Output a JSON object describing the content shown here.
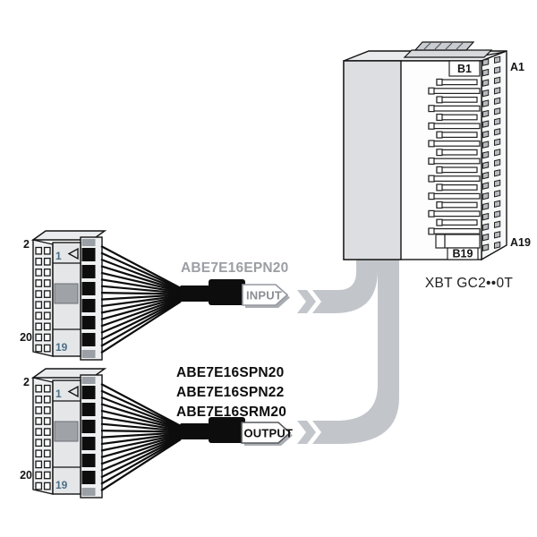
{
  "terminal_block": {
    "model": "XBT GC2••0T",
    "labels": {
      "b1": "B1",
      "a1": "A1",
      "a19": "A19",
      "b19": "B19"
    }
  },
  "connector_pins": {
    "outer_top": "2",
    "inner_top": "1",
    "outer_bottom": "20",
    "inner_bottom": "19"
  },
  "input_cable": {
    "part_number": "ABE7E16EPN20",
    "tag": "INPUT"
  },
  "output_cable": {
    "part_numbers": [
      "ABE7E16SPN20",
      "ABE7E16SPN22",
      "ABE7E16SRM20"
    ],
    "tag": "OUTPUT"
  },
  "colors": {
    "cable_black": "#0d0d0d",
    "ribbon_gray": "#c2c6cb",
    "muted_label_gray": "#9b9ea3",
    "pin_number_blue": "#4a7086",
    "connector_body_gray": "#e4e6e8",
    "block_panel_gray": "#dcdee1"
  }
}
